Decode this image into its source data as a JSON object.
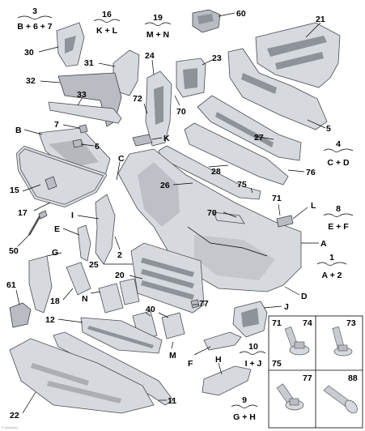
{
  "groups": [
    {
      "num": "3",
      "formula": "B + 6 + 7"
    },
    {
      "num": "16",
      "formula": "K + L"
    },
    {
      "num": "19",
      "formula": "M + N"
    },
    {
      "num": "4",
      "formula": "C + D"
    },
    {
      "num": "8",
      "formula": "E + F"
    },
    {
      "num": "1",
      "formula": "A + 2"
    },
    {
      "num": "10",
      "formula": "I + J"
    },
    {
      "num": "9",
      "formula": "G + H"
    }
  ],
  "callouts": [
    "60",
    "21",
    "30",
    "31",
    "24",
    "23",
    "32",
    "72",
    "70",
    "33",
    "5",
    "B",
    "7",
    "6",
    "K",
    "27",
    "C",
    "4",
    "28",
    "76",
    "15",
    "26",
    "75",
    "71",
    "L",
    "17",
    "I",
    "70",
    "E",
    "50",
    "2",
    "A",
    "G",
    "25",
    "20",
    "N",
    "18",
    "61",
    "40",
    "77",
    "J",
    "12",
    "D",
    "M",
    "F",
    "H",
    "22",
    "11"
  ],
  "inset": [
    "71",
    "74",
    "73",
    "75",
    "77",
    "88"
  ],
  "watermark": "© partsouq"
}
